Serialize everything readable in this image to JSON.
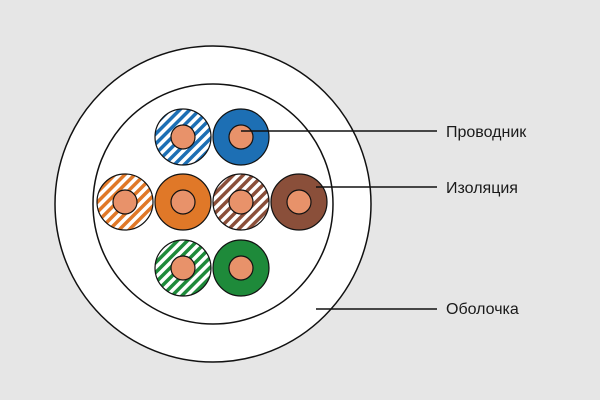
{
  "diagram": {
    "background": "#e6e6e6",
    "labels": {
      "conductor": "Проводник",
      "insulation": "Изоляция",
      "jacket": "Оболочка"
    },
    "colors": {
      "copper": "#e8926a",
      "blue": "#1d6fb4",
      "orange": "#e07828",
      "brown": "#8a4f3a",
      "green": "#1e8a3a",
      "jacket_fill": "#ffffff",
      "outline": "#111111"
    },
    "wires": [
      {
        "name": "blue-white",
        "color": "blue",
        "striped": true
      },
      {
        "name": "blue",
        "color": "blue",
        "striped": false
      },
      {
        "name": "orange-white",
        "color": "orange",
        "striped": true
      },
      {
        "name": "orange",
        "color": "orange",
        "striped": false
      },
      {
        "name": "brown-white",
        "color": "brown",
        "striped": true
      },
      {
        "name": "brown",
        "color": "brown",
        "striped": false
      },
      {
        "name": "green-white",
        "color": "green",
        "striped": true
      },
      {
        "name": "green",
        "color": "green",
        "striped": false
      }
    ]
  }
}
